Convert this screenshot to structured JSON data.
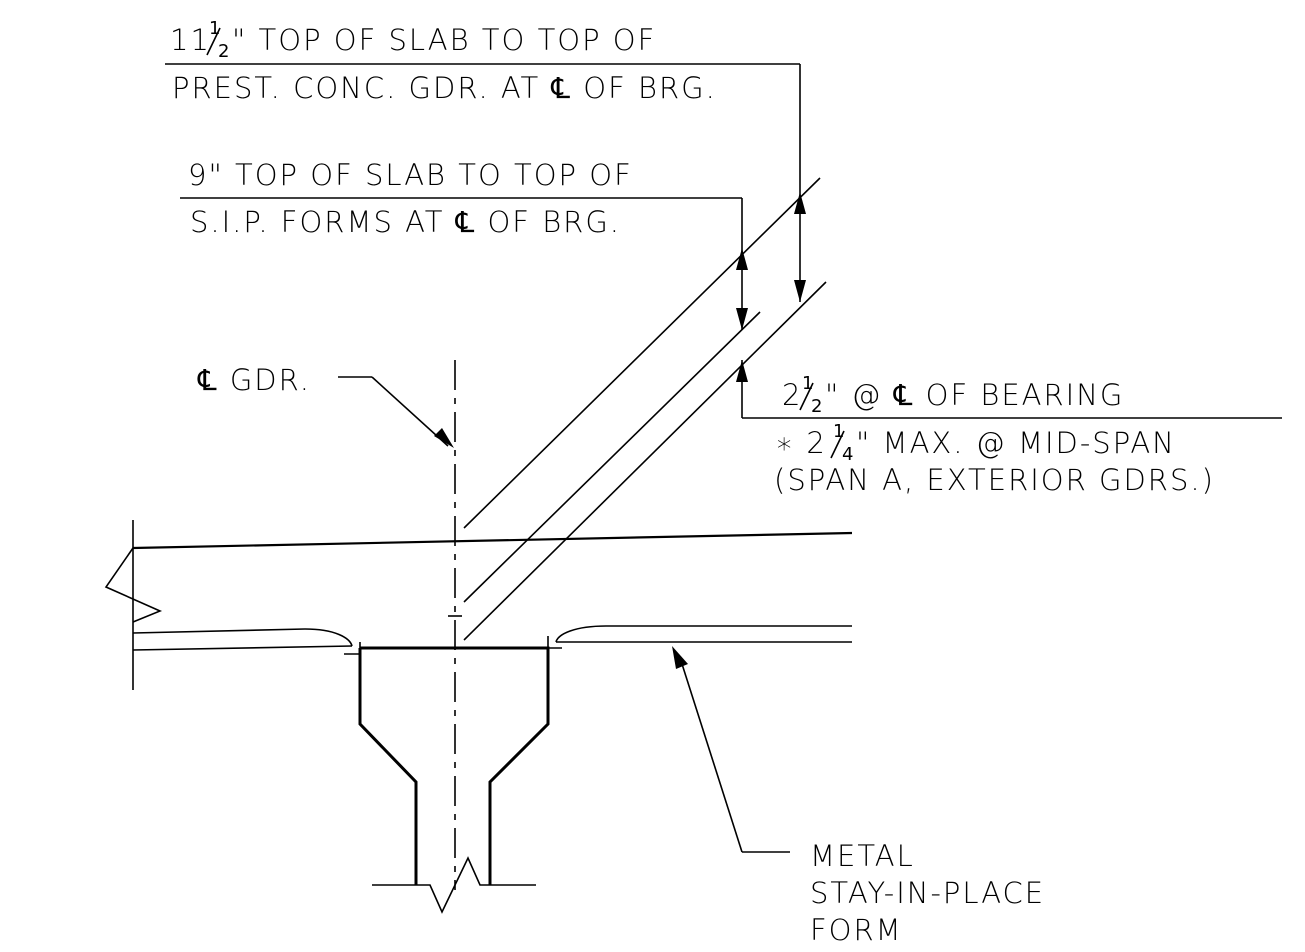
{
  "labels": {
    "callout_1_line1_whole": "11",
    "callout_1_line1_rest": "\" TOP OF SLAB TO TOP OF",
    "callout_1_line2": "PREST. CONC. GDR. AT ℄ OF BRG.",
    "callout_2_line1": "9\" TOP OF SLAB TO TOP OF",
    "callout_2_line2": "S.I.P. FORMS AT ℄ OF BRG.",
    "callout_3_line1_whole": "2",
    "callout_3_line1_rest": "\" @ ℄ OF BEARING",
    "callout_3_line2_prefix": "∗ 2",
    "callout_3_line2_rest": "\" MAX. @ MID-SPAN",
    "callout_3_line3": "(SPAN A, EXTERIOR GDRS.)",
    "girder_centerline": "℄ GDR.",
    "form_line1": "METAL",
    "form_line2": "STAY-IN-PLACE",
    "form_line3": "FORM"
  },
  "fractions": {
    "half": {
      "num": "1",
      "den": "2"
    },
    "quarter": {
      "num": "1",
      "den": "4"
    }
  }
}
